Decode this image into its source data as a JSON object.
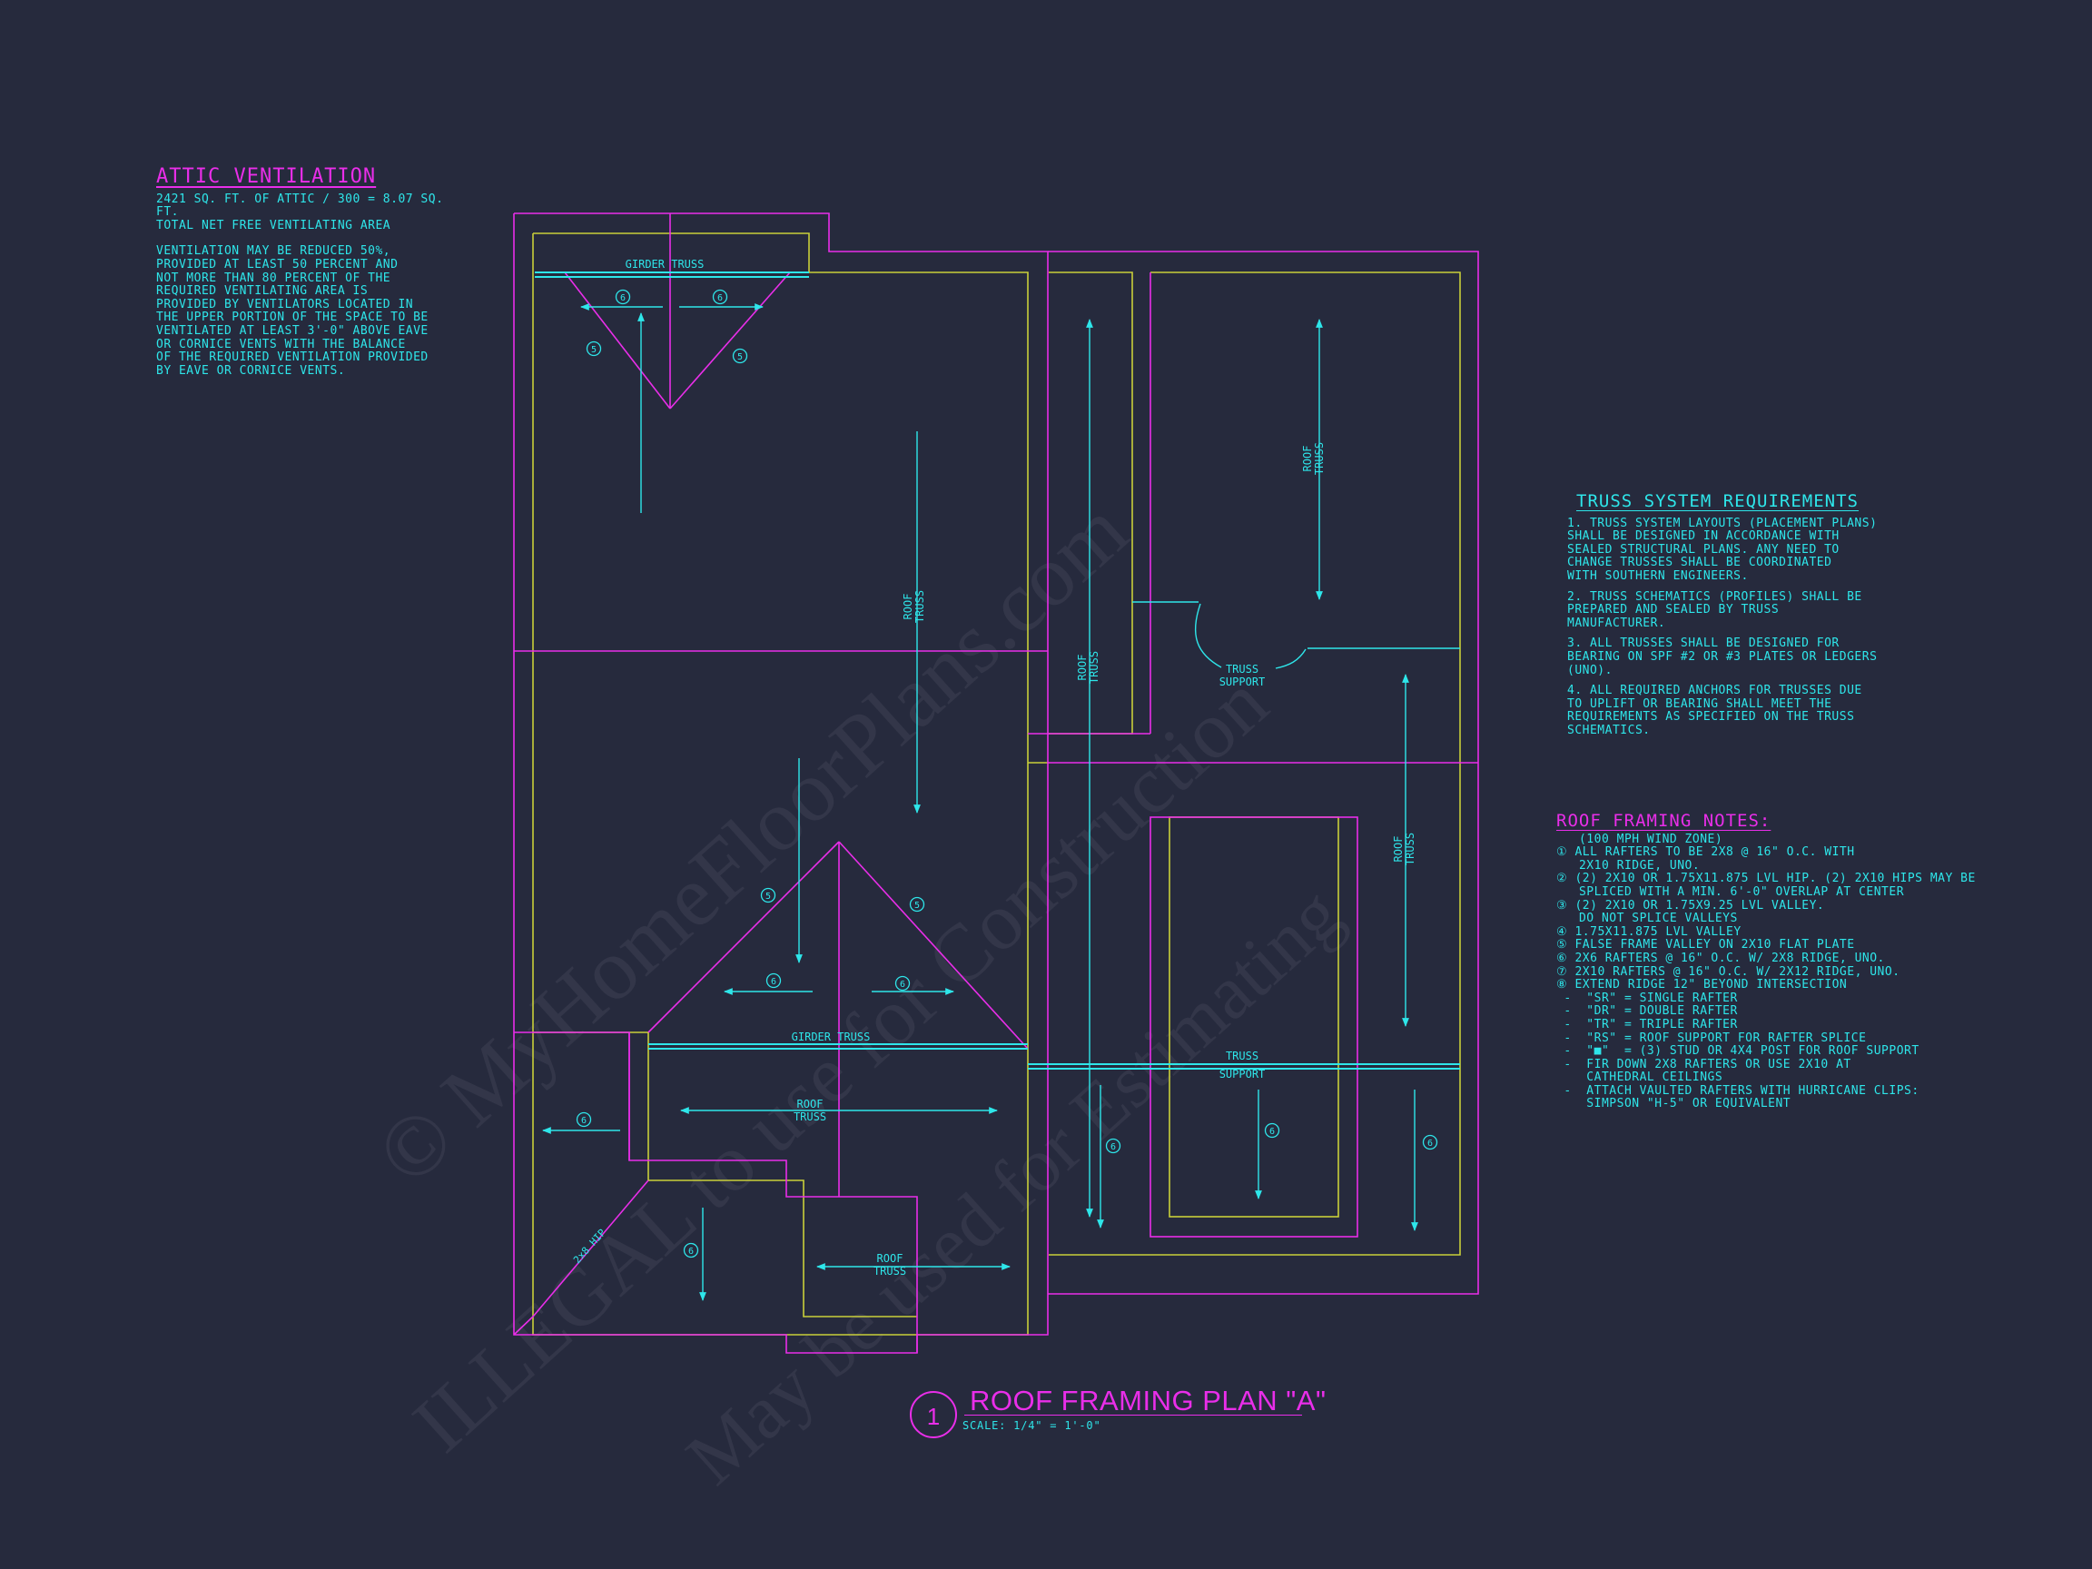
{
  "attic_ventilation": {
    "title": "ATTIC VENTILATION",
    "line1": "2421 SQ. FT. OF ATTIC / 300 = 8.07 SQ. FT.",
    "line2": "TOTAL NET FREE VENTILATING AREA",
    "body": [
      "VENTILATION MAY BE REDUCED 50%,",
      "PROVIDED AT LEAST 50 PERCENT AND",
      "NOT MORE THAN 80 PERCENT OF THE",
      "REQUIRED VENTILATING AREA IS",
      "PROVIDED BY VENTILATORS LOCATED IN",
      "THE UPPER PORTION OF THE SPACE TO BE",
      "VENTILATED AT LEAST 3'-0\" ABOVE EAVE",
      "OR CORNICE VENTS WITH THE BALANCE",
      "OF THE REQUIRED VENTILATION PROVIDED",
      "BY EAVE OR CORNICE VENTS."
    ]
  },
  "truss_requirements": {
    "title": "TRUSS SYSTEM REQUIREMENTS",
    "items": [
      [
        "1. TRUSS SYSTEM LAYOUTS (PLACEMENT PLANS)",
        "SHALL BE DESIGNED IN ACCORDANCE WITH",
        "SEALED STRUCTURAL PLANS. ANY NEED TO",
        "CHANGE TRUSSES SHALL BE COORDINATED",
        "WITH SOUTHERN ENGINEERS."
      ],
      [
        "2. TRUSS SCHEMATICS (PROFILES) SHALL BE",
        "PREPARED AND SEALED BY TRUSS",
        "MANUFACTURER."
      ],
      [
        "3. ALL TRUSSES SHALL BE DESIGNED FOR",
        "BEARING ON SPF #2 OR #3 PLATES OR LEDGERS",
        "(UNO)."
      ],
      [
        "4. ALL REQUIRED ANCHORS FOR TRUSSES DUE",
        "TO UPLIFT OR BEARING SHALL MEET THE",
        "REQUIREMENTS AS SPECIFIED ON THE TRUSS",
        "SCHEMATICS."
      ]
    ]
  },
  "roof_notes": {
    "title": "ROOF FRAMING NOTES:",
    "lines": [
      "   (100 MPH WIND ZONE)",
      "① ALL RAFTERS TO BE 2x8 @ 16\" O.C. WITH",
      "   2x10 RIDGE, UNO.",
      "② (2) 2x10 OR 1.75x11.875 LVL HIP. (2) 2x10 HIPS MAY BE",
      "   SPLICED WITH A MIN. 6'-0\" OVERLAP AT CENTER",
      "③ (2) 2x10 OR 1.75x9.25 LVL VALLEY.",
      "   DO NOT SPLICE VALLEYS",
      "④ 1.75x11.875 LVL VALLEY",
      "⑤ FALSE FRAME VALLEY ON 2x10 FLAT PLATE",
      "⑥ 2x6 RAFTERS @ 16\" O.C. W/ 2x8 RIDGE, UNO.",
      "⑦ 2x10 RAFTERS @ 16\" O.C. W/ 2x12 RIDGE, UNO.",
      "⑧ EXTEND RIDGE 12\" BEYOND INTERSECTION",
      " -  \"SR\" = SINGLE RAFTER",
      " -  \"DR\" = DOUBLE RAFTER",
      " -  \"TR\" = TRIPLE RAFTER",
      " -  \"RS\" = ROOF SUPPORT FOR RAFTER SPLICE",
      " -  \"■\"  = (3) STUD OR 4x4 POST FOR ROOF SUPPORT",
      " -  FIR DOWN 2x8 RAFTERS OR USE 2x10 AT",
      "    CATHEDRAL CEILINGS",
      " -  ATTACH VAULTED RAFTERS WITH HURRICANE CLIPS:",
      "    SIMPSON \"H-5\" OR EQUIVALENT"
    ]
  },
  "plan_labels": {
    "girder_truss": "GIRDER TRUSS",
    "roof": "ROOF",
    "truss": "TRUSS",
    "support": "SUPPORT",
    "hip": "2x8 HIP",
    "mark_6": "6",
    "mark_5": "5"
  },
  "title_block": {
    "number": "1",
    "title": "ROOF FRAMING PLAN \"A\"",
    "scale": "SCALE: 1/4\" = 1'-0\""
  },
  "watermark": {
    "line1": "© MyHomeFloorPlans.com",
    "line2": "ILLEGAL to use for Construction",
    "line3": "May be used for Estimating"
  },
  "colors": {
    "background": "#262a3d",
    "magenta": "#e92ee9",
    "cyan": "#2ee6ea",
    "yellow": "#c9cf3a"
  }
}
